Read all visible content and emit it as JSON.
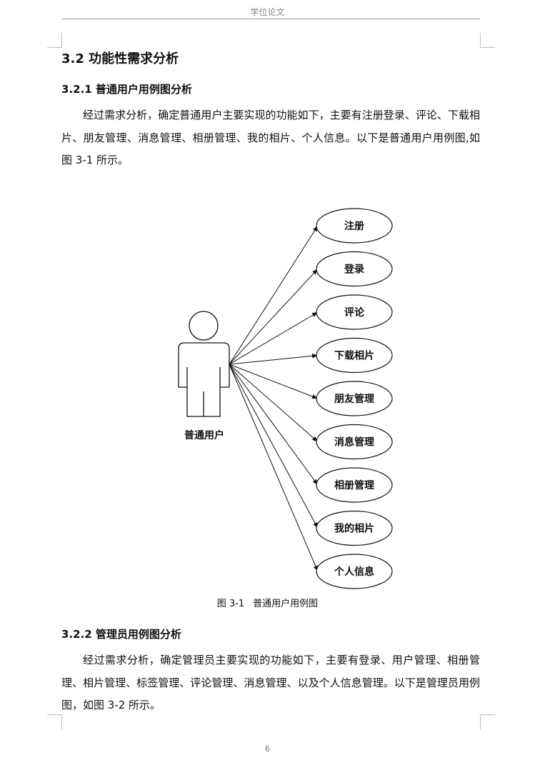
{
  "header": {
    "title": "学位论文"
  },
  "section": {
    "heading": "3.2 功能性需求分析",
    "sub1": {
      "heading": "3.2.1 普通用户用例图分析",
      "paragraph": "经过需求分析，确定普通用户主要实现的功能如下，主要有注册登录、评论、下载相片、朋友管理、消息管理、相册管理、我的相片、个人信息。以下是普通用户用例图,如图 3-1 所示。"
    },
    "figure": {
      "actor": "普通用户",
      "use_cases": [
        "注册",
        "登录",
        "评论",
        "下载相片",
        "朋友管理",
        "消息管理",
        "相册管理",
        "我的相片",
        "个人信息"
      ],
      "caption_number": "图 3-1",
      "caption_text": "普通用户用例图"
    },
    "sub2": {
      "heading": "3.2.2 管理员用例图分析",
      "paragraph": "经过需求分析，确定管理员主要实现的功能如下，主要有登录、用户管理、相册管理、相片管理、标签管理、评论管理、消息管理、以及个人信息管理。以下是管理员用例图，如图 3-2 所示。"
    }
  },
  "footer": {
    "page_number": "6"
  }
}
